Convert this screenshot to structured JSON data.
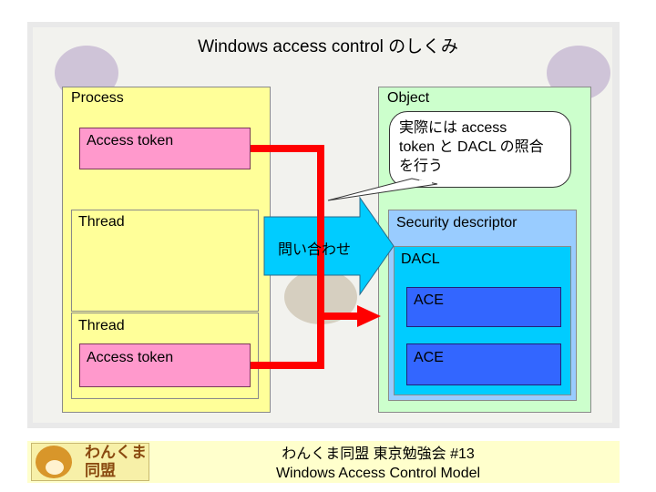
{
  "title": "Windows access control のしくみ",
  "process": {
    "label": "Process",
    "access_token_top": "Access token",
    "thread1": "Thread",
    "thread2": "Thread",
    "access_token_bottom": "Access token"
  },
  "object": {
    "label": "Object",
    "security_descriptor": "Security descriptor",
    "dacl": "DACL",
    "ace1": "ACE",
    "ace2": "ACE"
  },
  "callout": {
    "line1": "実際には access",
    "line2": "token と DACL の照合",
    "line3": "を行う"
  },
  "query_arrow_label": "問い合わせ",
  "footer": {
    "logo_line1": "わんくま",
    "logo_line2": "同盟",
    "line1": "わんくま同盟 東京勉強会 #13",
    "line2": "Windows Access Control Model"
  },
  "colors": {
    "process_bg": "#ffff99",
    "object_bg": "#ccffcc",
    "security_descriptor_bg": "#99ccff",
    "dacl_bg": "#00ccff",
    "ace_bg": "#3366ff",
    "token_bg": "#ff99cc",
    "thread_bg": "#ffff99",
    "arrow_red": "#ff0000",
    "query_arrow": "#00ccff"
  }
}
